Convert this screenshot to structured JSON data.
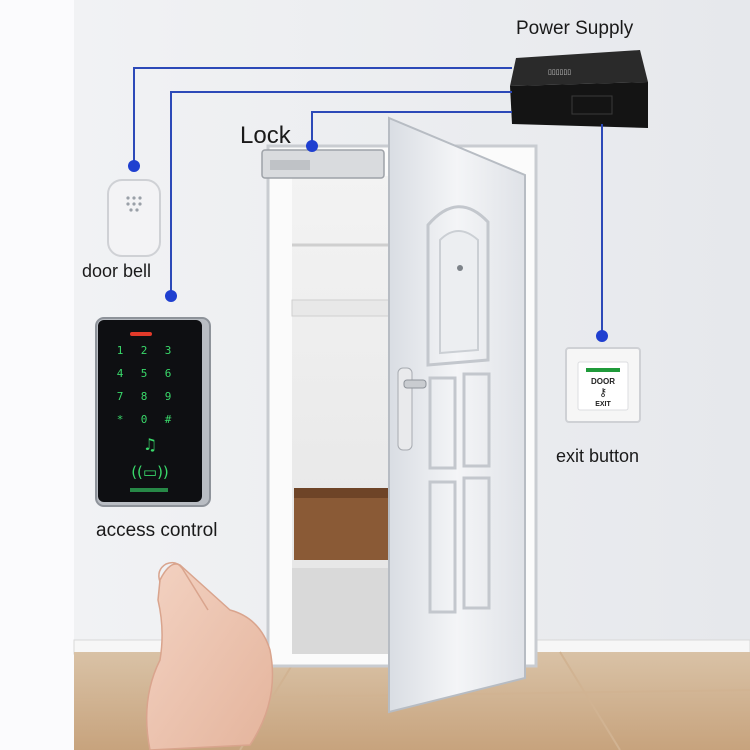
{
  "labels": {
    "power_supply": "Power Supply",
    "lock": "Lock",
    "door_bell": "door bell",
    "exit_button": "exit button",
    "access_control": "access control"
  },
  "exit_button_face": {
    "top": "DOOR",
    "bottom": "EXIT"
  },
  "keypad": {
    "keys": [
      "1",
      "2",
      "3",
      "4",
      "5",
      "6",
      "7",
      "8",
      "9",
      "*",
      "0",
      "#"
    ]
  },
  "colors": {
    "wire": "#2c49b8",
    "node": "#1f3fd0",
    "keypad_led": "#39d86a",
    "indicator": "#e23a2a",
    "exit_bar": "#1f9a3a"
  }
}
